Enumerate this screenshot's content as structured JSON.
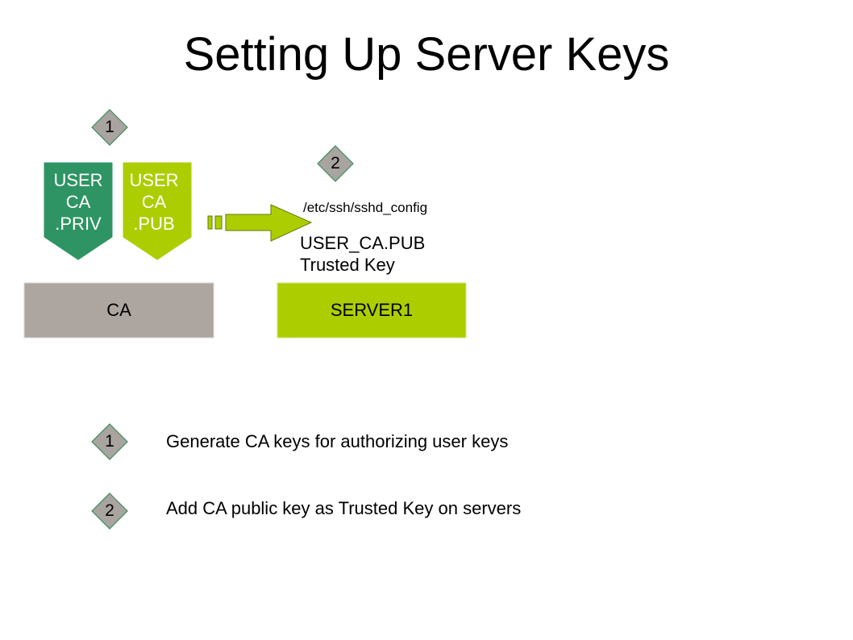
{
  "title": "Setting Up Server Keys",
  "colors": {
    "dark_green": "#2e9464",
    "lime_green": "#acce00",
    "gray_box": "#ada6a0",
    "diamond_fill": "#a9a4a0",
    "diamond_stroke": "#3a8d5e"
  },
  "diagram": {
    "top_badge_1": "1",
    "top_badge_2": "2",
    "priv_key_lines": [
      "USER",
      "CA",
      ".PRIV"
    ],
    "pub_key_lines": [
      "USER",
      "CA",
      ".PUB"
    ],
    "config_path": "/etc/ssh/sshd_config",
    "server_key_line1": "USER_CA.PUB",
    "server_key_line2": "Trusted Key",
    "ca_box_label": "CA",
    "server_box_label": "SERVER1"
  },
  "legend": [
    {
      "num": "1",
      "text": "Generate CA keys for authorizing user keys"
    },
    {
      "num": "2",
      "text": "Add CA public key as Trusted Key on servers"
    }
  ]
}
